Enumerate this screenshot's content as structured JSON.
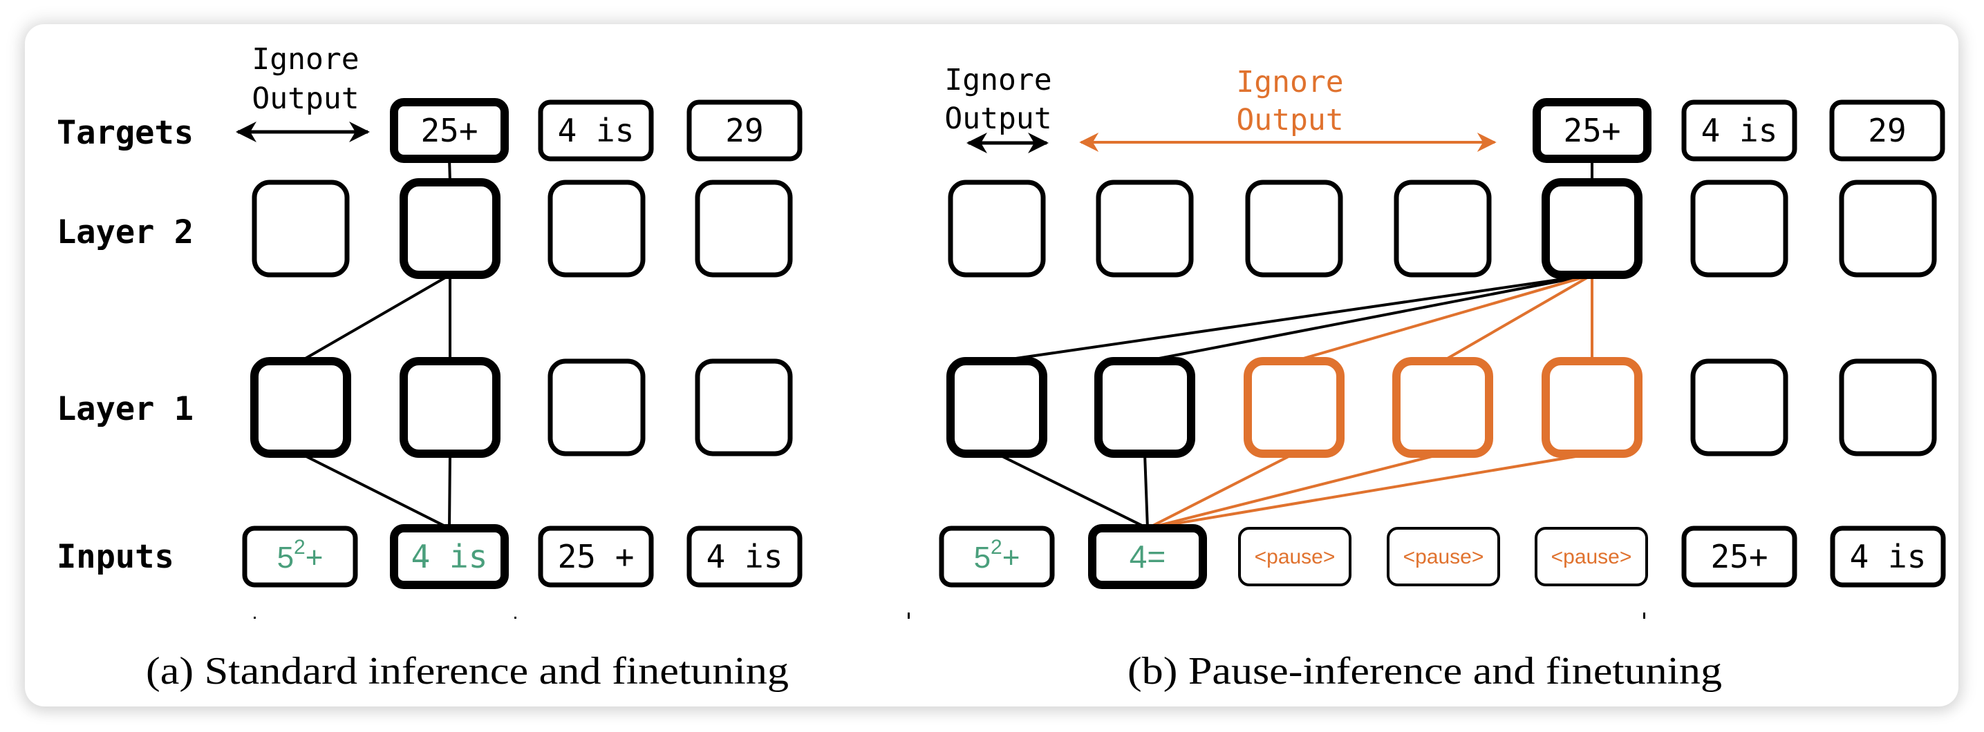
{
  "colors": {
    "black": "#000000",
    "green": "#4a9f7c",
    "orange": "#e0722e",
    "background": "#ffffff"
  },
  "row_labels": {
    "targets": "Targets",
    "layer2": "Layer 2",
    "layer1": "Layer 1",
    "inputs": "Inputs"
  },
  "panel_a": {
    "caption": "(a) Standard inference and finetuning",
    "ignore_label": {
      "line1": "Ignore",
      "line2": "Output",
      "color": "black"
    },
    "targets": [
      {
        "text": "25+",
        "emphasis": true
      },
      {
        "text": "4 is",
        "emphasis": false
      },
      {
        "text": "29",
        "emphasis": false
      }
    ],
    "layer2": [
      {
        "emphasis": false
      },
      {
        "emphasis": true
      },
      {
        "emphasis": false
      },
      {
        "emphasis": false
      }
    ],
    "layer1": [
      {
        "emphasis": true
      },
      {
        "emphasis": true
      },
      {
        "emphasis": false
      },
      {
        "emphasis": false
      }
    ],
    "inputs": [
      {
        "base": "5",
        "sup": "2",
        "suffix": "+",
        "color": "green",
        "emphasis": false
      },
      {
        "text": "4 is",
        "color": "green",
        "emphasis": true
      },
      {
        "text": "25 +",
        "color": "black",
        "emphasis": false
      },
      {
        "text": "4 is",
        "color": "black",
        "emphasis": false
      }
    ]
  },
  "panel_b": {
    "caption": "(b) Pause-inference and finetuning",
    "ignore_label_black": {
      "line1": "Ignore",
      "line2": "Output"
    },
    "ignore_label_orange": {
      "line1": "Ignore",
      "line2": "Output"
    },
    "targets": [
      {
        "text": "25+",
        "emphasis": true
      },
      {
        "text": "4 is",
        "emphasis": false
      },
      {
        "text": "29",
        "emphasis": false
      }
    ],
    "layer2": [
      {
        "color": "black",
        "emphasis": false
      },
      {
        "color": "black",
        "emphasis": false
      },
      {
        "color": "black",
        "emphasis": false
      },
      {
        "color": "black",
        "emphasis": false
      },
      {
        "color": "black",
        "emphasis": true
      },
      {
        "color": "black",
        "emphasis": false
      },
      {
        "color": "black",
        "emphasis": false
      }
    ],
    "layer1": [
      {
        "color": "black",
        "emphasis": true
      },
      {
        "color": "black",
        "emphasis": true
      },
      {
        "color": "orange",
        "emphasis": true
      },
      {
        "color": "orange",
        "emphasis": true
      },
      {
        "color": "orange",
        "emphasis": true
      },
      {
        "color": "black",
        "emphasis": false
      },
      {
        "color": "black",
        "emphasis": false
      }
    ],
    "inputs": [
      {
        "base": "5",
        "sup": "2",
        "suffix": "+",
        "color": "green",
        "emphasis": false,
        "style": "normal"
      },
      {
        "text": "4=",
        "color": "green",
        "emphasis": true,
        "style": "normal"
      },
      {
        "text": "<pause>",
        "color": "orange",
        "emphasis": false,
        "style": "pause"
      },
      {
        "text": "<pause>",
        "color": "orange",
        "emphasis": false,
        "style": "pause"
      },
      {
        "text": "<pause>",
        "color": "orange",
        "emphasis": false,
        "style": "pause"
      },
      {
        "text": "25+",
        "color": "black",
        "emphasis": false,
        "style": "normal"
      },
      {
        "text": "4 is",
        "color": "black",
        "emphasis": false,
        "style": "normal"
      }
    ]
  },
  "connections": {
    "panel_a": [
      {
        "from": "layer2.1",
        "to": "layer1.0",
        "color": "black"
      },
      {
        "from": "layer2.1",
        "to": "layer1.1",
        "color": "black"
      },
      {
        "from": "layer1.0",
        "to": "inputs.1",
        "color": "black"
      },
      {
        "from": "layer1.1",
        "to": "inputs.1",
        "color": "black"
      },
      {
        "from": "targets.0",
        "to": "layer2.1",
        "color": "black"
      }
    ],
    "panel_b": [
      {
        "from": "targets.0",
        "to": "layer2.4",
        "color": "black"
      },
      {
        "from": "layer2.4",
        "to": "layer1.0",
        "color": "black"
      },
      {
        "from": "layer2.4",
        "to": "layer1.1",
        "color": "black"
      },
      {
        "from": "layer2.4",
        "to": "layer1.2",
        "color": "orange"
      },
      {
        "from": "layer2.4",
        "to": "layer1.3",
        "color": "orange"
      },
      {
        "from": "layer2.4",
        "to": "layer1.4",
        "color": "orange"
      },
      {
        "from": "layer1.0",
        "to": "inputs.1",
        "color": "black"
      },
      {
        "from": "layer1.1",
        "to": "inputs.1",
        "color": "black"
      },
      {
        "from": "layer1.2",
        "to": "inputs.1",
        "color": "orange"
      },
      {
        "from": "layer1.3",
        "to": "inputs.1",
        "color": "orange"
      },
      {
        "from": "layer1.4",
        "to": "inputs.1",
        "color": "orange"
      }
    ]
  }
}
